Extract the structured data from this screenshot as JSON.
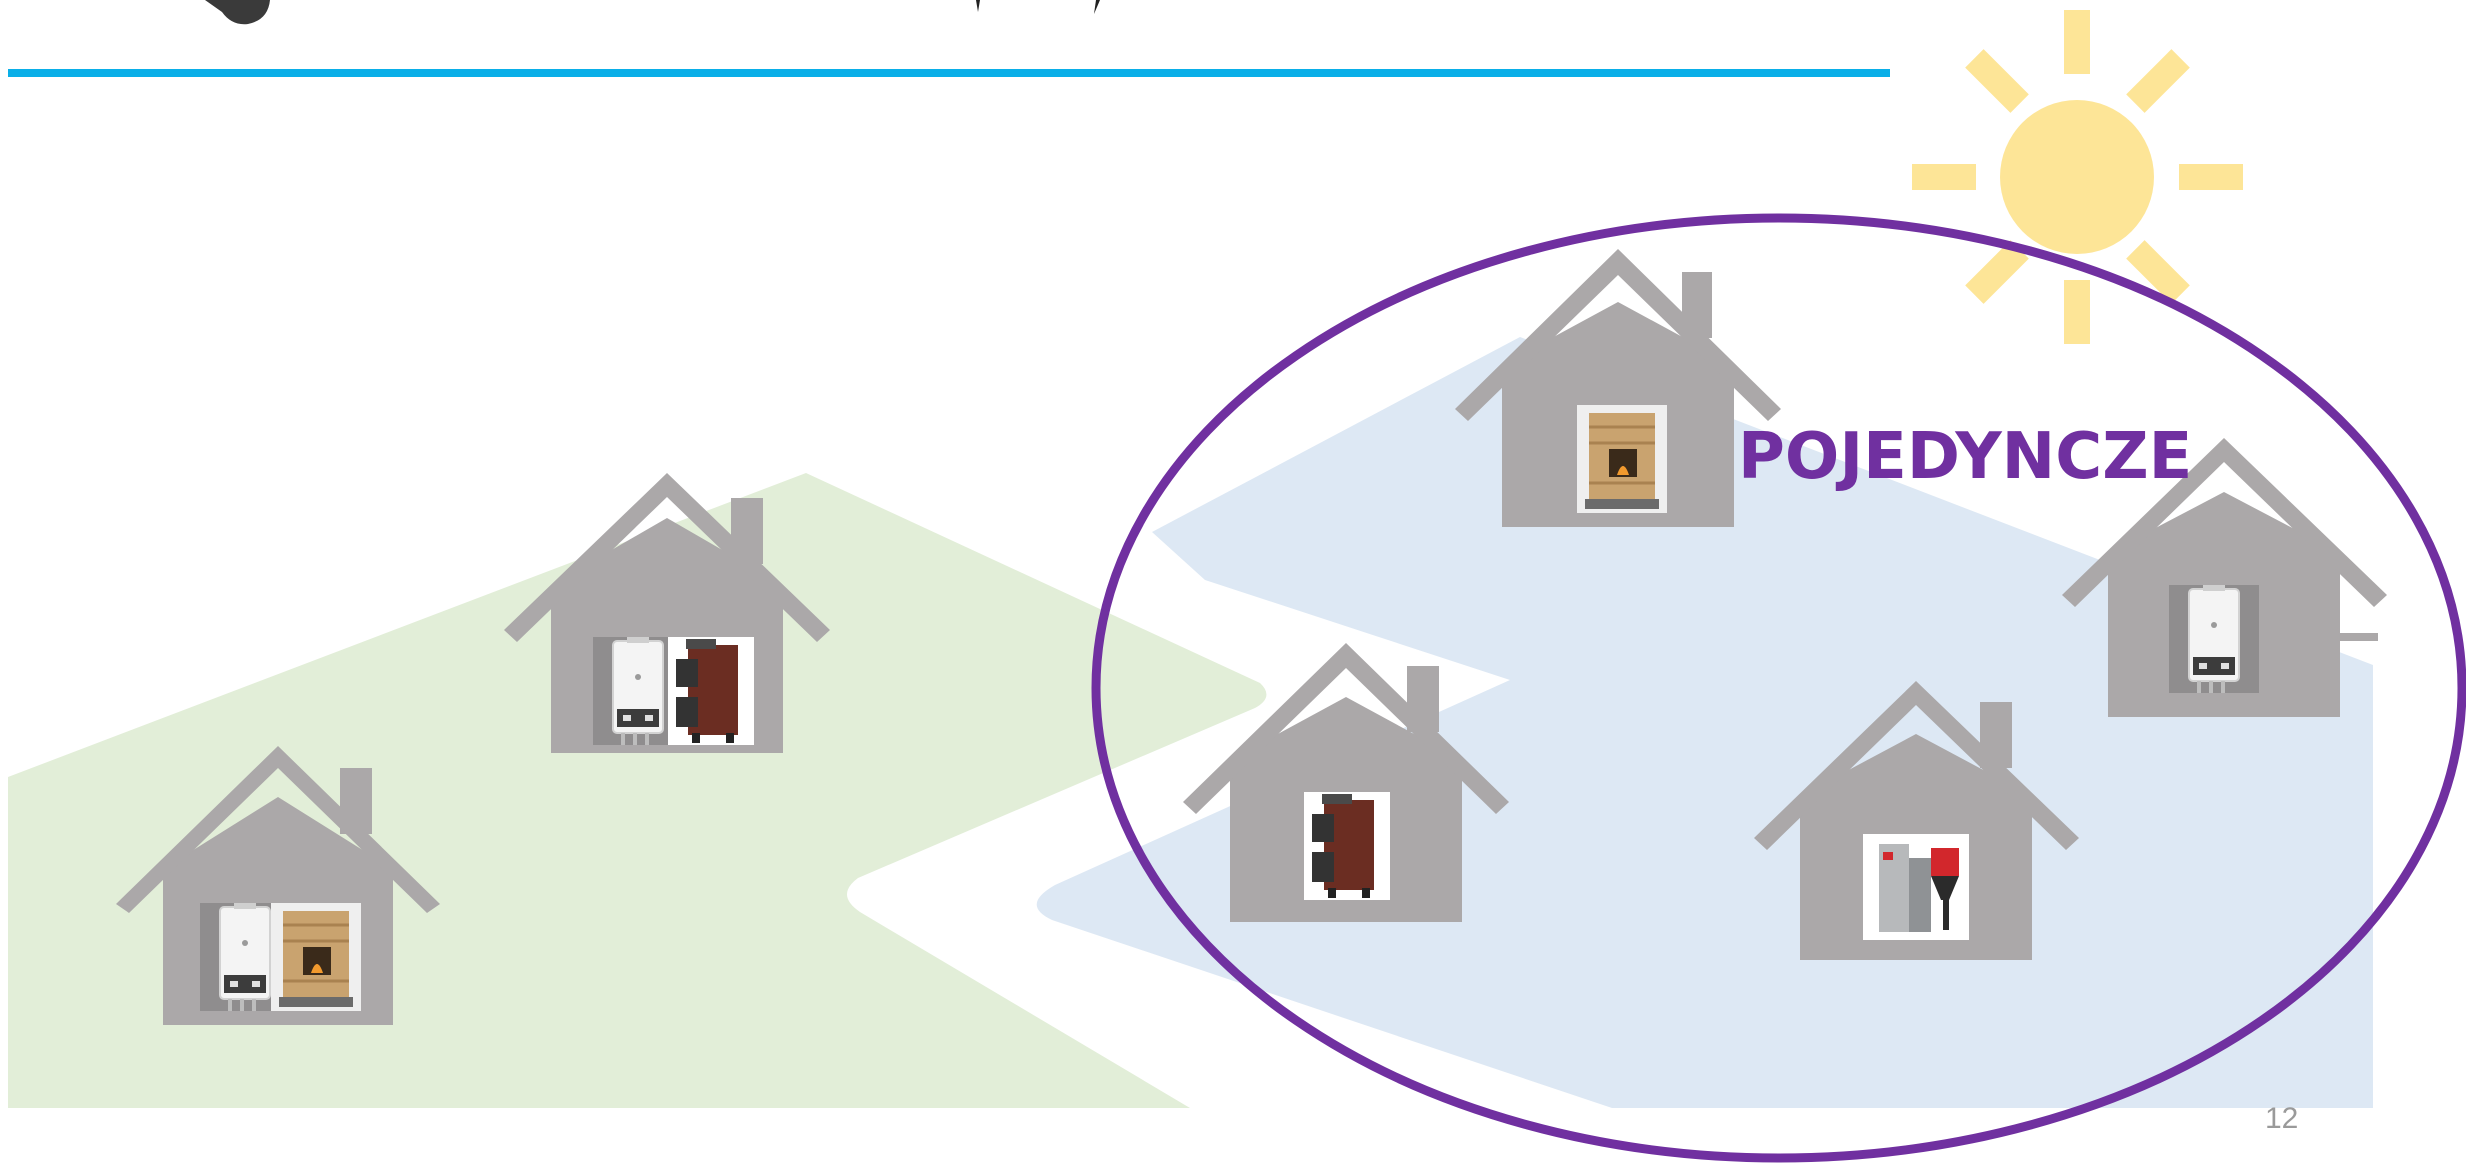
{
  "slide": {
    "group_label": "POJEDYNCZE",
    "page_number": "12"
  },
  "colors": {
    "title_rule": "#0AAFE8",
    "green_hill": "#E2EED8",
    "blue_hill": "#DDE8F4",
    "house": "#ABA8A9",
    "ellipse": "#7030A0",
    "sun": "#FDE597",
    "page_number": "#9A9A9A"
  },
  "houses": [
    {
      "name": "house-bottom-left",
      "appliances": [
        "gas-boiler-icon",
        "tiled-stove-icon"
      ]
    },
    {
      "name": "house-middle-left",
      "appliances": [
        "gas-boiler-icon",
        "coal-boiler-icon"
      ]
    },
    {
      "name": "house-top-center",
      "appliances": [
        "tiled-stove-icon"
      ]
    },
    {
      "name": "house-right",
      "appliances": [
        "gas-boiler-icon"
      ]
    },
    {
      "name": "house-center-left",
      "appliances": [
        "coal-boiler-icon"
      ]
    },
    {
      "name": "house-center-right",
      "appliances": [
        "pellet-boiler-icon"
      ]
    }
  ],
  "decorations": [
    "sun-icon",
    "pen-icon"
  ]
}
